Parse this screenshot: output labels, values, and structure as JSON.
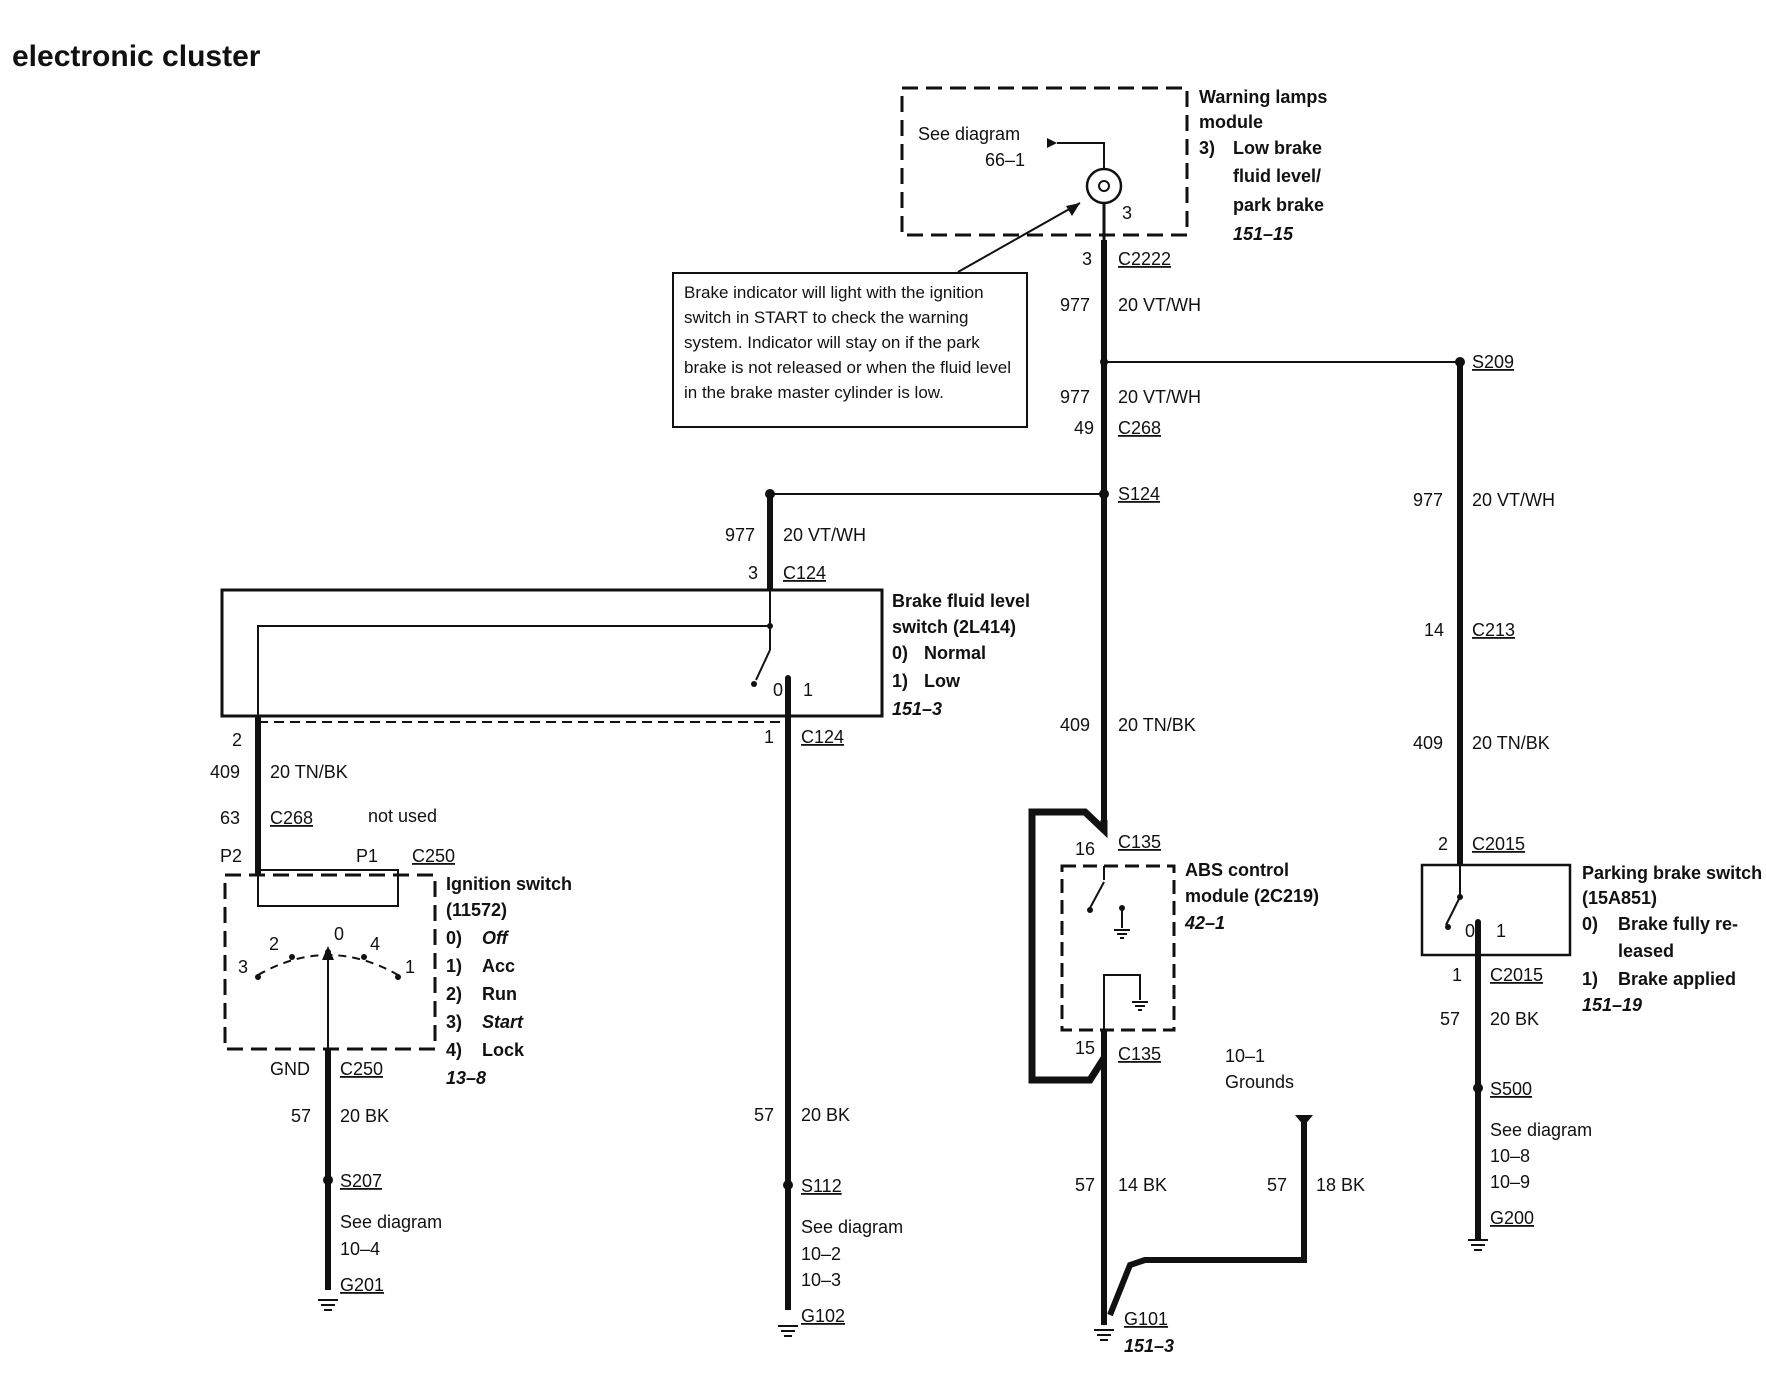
{
  "title": "electronic cluster",
  "note": "Brake indicator will light with the ignition switch in START to check the warning system. Indicator will stay on if the park brake is not released or when the fluid level in the brake master cylinder is low.",
  "warning_module": {
    "name_l1": "Warning lamps",
    "name_l2": "module",
    "item_num": "3)",
    "item_l1": "Low brake",
    "item_l2": "fluid level/",
    "item_l3": "park brake",
    "ref": "151–15",
    "see_l1": "See diagram",
    "see_l2": "66–1",
    "pin": "3"
  },
  "wires": {
    "c2222_pin": "3",
    "c2222": "C2222",
    "w977_a": "977",
    "w977_a_spec": "20 VT/WH",
    "w977_b": "977",
    "w977_b_spec": "20 VT/WH",
    "c268_top_pin": "49",
    "c268_top": "C268",
    "s209": "S209",
    "s124": "S124",
    "w977_c": "977",
    "w977_c_spec": "20 VT/WH",
    "w977_d": "977",
    "w977_d_spec": "20 VT/WH",
    "c124_top_pin": "3",
    "c124_top": "C124",
    "c213_pin": "14",
    "c213": "C213",
    "w409_mid": "409",
    "w409_mid_spec": "20 TN/BK",
    "w409_right": "409",
    "w409_right_spec": "20 TN/BK",
    "c124_bot_pin_left": "2",
    "c124_bot_pin": "1",
    "c124_bot": "C124",
    "w409_left": "409",
    "w409_left_spec": "20 TN/BK",
    "c268_left_pin": "63",
    "c268_left": "C268",
    "not_used": "not used",
    "p2": "P2",
    "p1": "P1",
    "c250_top": "C250",
    "c135_top_pin": "16",
    "c135_top": "C135",
    "c135_bot_pin": "15",
    "c135_bot": "C135",
    "c2015_top_pin": "2",
    "c2015_top": "C2015",
    "c2015_bot_pin": "1",
    "c2015_bot": "C2015",
    "gnd": "GND",
    "c250_bot": "C250",
    "w57_a": "57",
    "w57_a_spec": "20 BK",
    "w57_b": "57",
    "w57_b_spec": "20 BK",
    "w57_c": "57",
    "w57_c_spec": "14 BK",
    "w57_d": "57",
    "w57_d_spec": "18 BK",
    "w57_e": "57",
    "w57_e_spec": "20 BK",
    "grounds_ref": "10–1",
    "grounds_label": "Grounds"
  },
  "brake_fluid_switch": {
    "name_l1": "Brake fluid level",
    "name_l2": "switch (2L414)",
    "opt0_num": "0)",
    "opt0": "Normal",
    "opt1_num": "1)",
    "opt1": "Low",
    "ref": "151–3",
    "pos0": "0",
    "pos1": "1"
  },
  "ignition_switch": {
    "name_l1": "Ignition switch",
    "name_l2": "(11572)",
    "opts": [
      {
        "num": "0)",
        "label": "Off"
      },
      {
        "num": "1)",
        "label": "Acc"
      },
      {
        "num": "2)",
        "label": "Run"
      },
      {
        "num": "3)",
        "label": "Start"
      },
      {
        "num": "4)",
        "label": "Lock"
      }
    ],
    "ref": "13–8",
    "pos_2": "2",
    "pos_0": "0",
    "pos_4": "4",
    "pos_3": "3",
    "pos_1": "1"
  },
  "abs_module": {
    "name_l1": "ABS control",
    "name_l2": "module (2C219)",
    "ref": "42–1"
  },
  "parking_switch": {
    "name_l1": "Parking brake switch",
    "name_l2": "(15A851)",
    "opt0_num": "0)",
    "opt0_l1": "Brake fully re-",
    "opt0_l2": "leased",
    "opt1_num": "1)",
    "opt1": "Brake applied",
    "ref": "151–19",
    "pos0": "0",
    "pos1": "1"
  },
  "splices": {
    "s207": "S207",
    "s207_see": "See diagram",
    "s207_ref": "10–4",
    "g201": "G201",
    "s112": "S112",
    "s112_see": "See diagram",
    "s112_ref1": "10–2",
    "s112_ref2": "10–3",
    "g102": "G102",
    "g101": "G101",
    "g101_ref": "151–3",
    "s500": "S500",
    "s500_see": "See diagram",
    "s500_ref1": "10–8",
    "s500_ref2": "10–9",
    "g200": "G200"
  }
}
